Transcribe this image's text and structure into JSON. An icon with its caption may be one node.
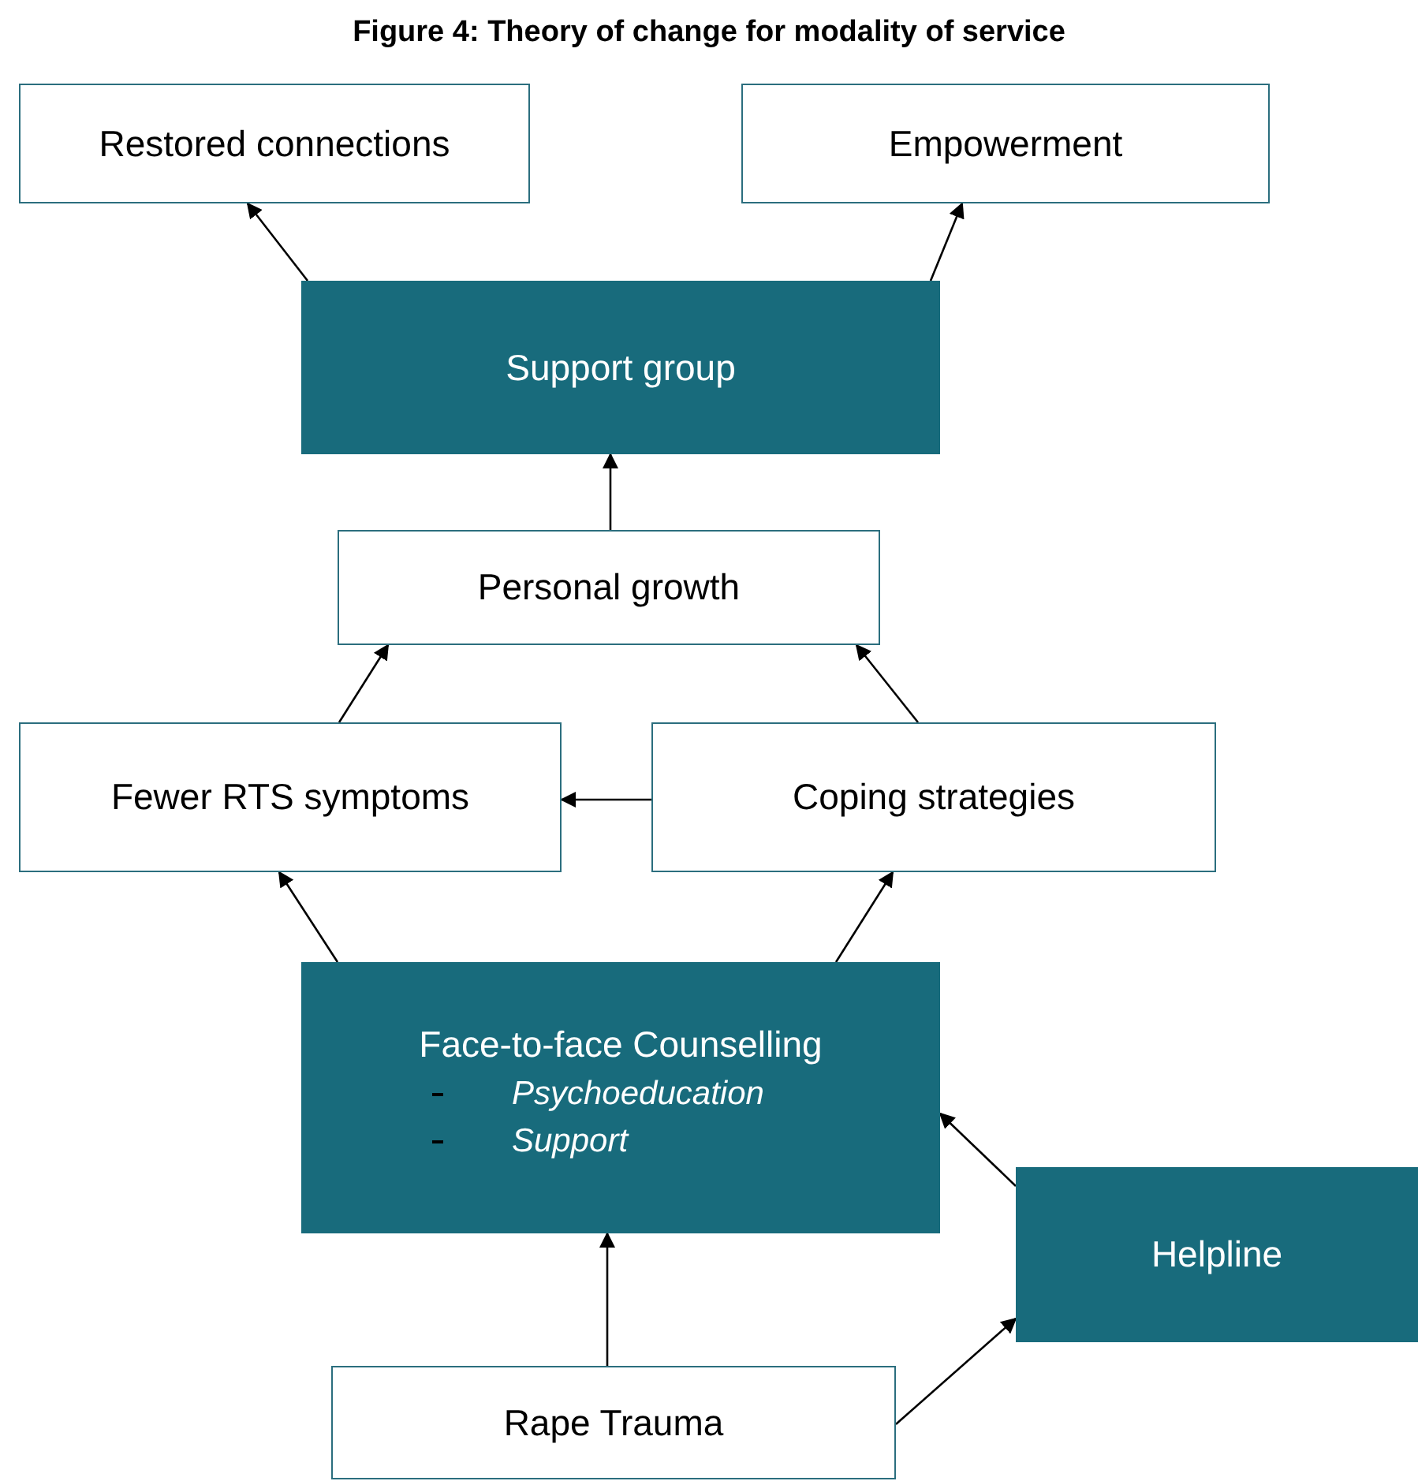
{
  "diagram": {
    "title": "Figure 4: Theory of change for modality of service",
    "nodes": [
      {
        "text": [
          "Restored connections"
        ]
      },
      {
        "text": [
          "Empowerment"
        ]
      },
      {
        "text": [
          "Support group"
        ]
      },
      {
        "text": [
          "Personal growth"
        ]
      },
      {
        "text": [
          "Fewer RTS symptoms"
        ]
      },
      {
        "text": [
          "Coping strategies"
        ]
      },
      {
        "text": [
          "Face-to-face Counselling",
          "Psychoeducation",
          "Support"
        ]
      },
      {
        "text": [
          "Helpline"
        ]
      },
      {
        "text": [
          "Rape Trauma"
        ]
      }
    ],
    "edges": [
      {
        "from": 2,
        "to": 0,
        "arrow": "to"
      },
      {
        "from": 2,
        "to": 1,
        "arrow": "to"
      },
      {
        "from": 3,
        "to": 2,
        "arrow": "to"
      },
      {
        "from": 4,
        "to": 3,
        "arrow": "to"
      },
      {
        "from": 5,
        "to": 3,
        "arrow": "to"
      },
      {
        "from": 5,
        "to": 4,
        "arrow": "to"
      },
      {
        "from": 6,
        "to": 4,
        "arrow": "to"
      },
      {
        "from": 6,
        "to": 5,
        "arrow": "to"
      },
      {
        "from": 8,
        "to": 6,
        "arrow": "to"
      },
      {
        "from": 7,
        "to": 6,
        "arrow": "to"
      },
      {
        "from": 8,
        "to": 7,
        "arrow": "to"
      }
    ]
  }
}
